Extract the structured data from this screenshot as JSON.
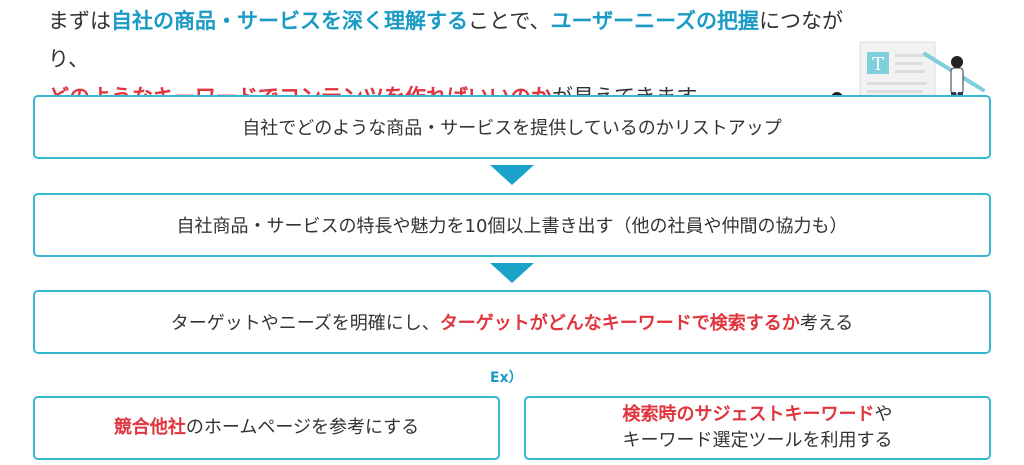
{
  "intro": {
    "line1_a": "まずは",
    "line1_b": "自社の商品・サービスを深く理解する",
    "line1_c": "ことで、",
    "line1_d": "ユーザーニーズの把握",
    "line1_e": "につながり、",
    "line2_a": "どのようなキーワードでコンテンツを作ればいいのか",
    "line2_b": "が見えてきます。"
  },
  "steps": {
    "step1": "自社でどのような商品・サービスを提供しているのかリストアップ",
    "step2": "自社商品・サービスの特長や魅力を10個以上書き出す（他の社員や仲間の協力も）",
    "step3_a": "ターゲットやニーズを明確にし、",
    "step3_b": "ターゲットがどんなキーワードで検索するか",
    "step3_c": "考える"
  },
  "ex_label": "Ex）",
  "examples": {
    "ex1_a": "競合他社",
    "ex1_b": "のホームページを参考にする",
    "ex2_a": "検索時のサジェストキーワード",
    "ex2_b": "や",
    "ex2_c": "キーワード選定ツールを利用する"
  },
  "illustration": {
    "letter": "T"
  },
  "colors": {
    "accent_blue": "#1a9bc5",
    "accent_red": "#e0343e",
    "border": "#35b9d0"
  }
}
